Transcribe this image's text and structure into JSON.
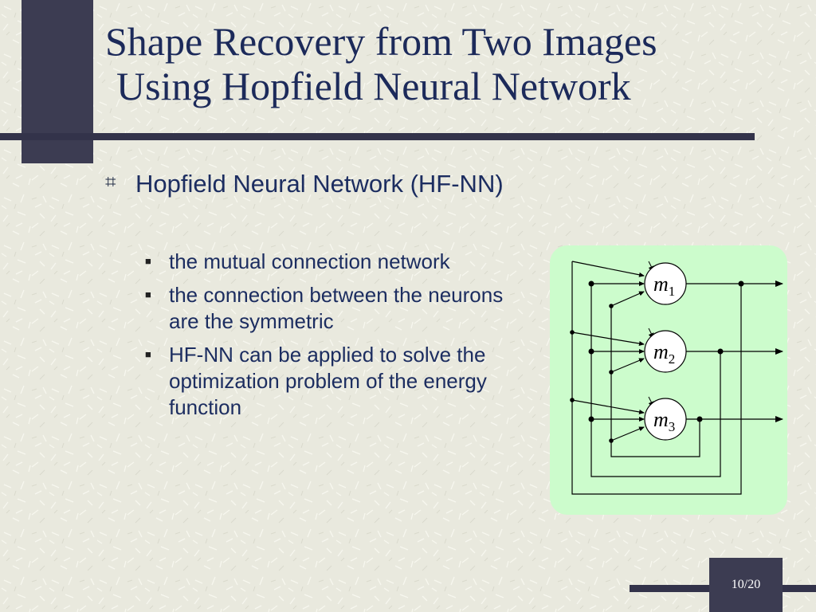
{
  "slide": {
    "title_line1": "Shape Recovery from Two Images",
    "title_line2": "Using Hopfield Neural Network",
    "bullet_mark": "⌗",
    "bullet_text": "Hopfield Neural Network (HF-NN)",
    "sub_mark": "■",
    "sub_items": [
      "the mutual connection network",
      "the connection between the neurons are the symmetric",
      "HF-NN can be applied to solve the optimization problem of the energy function"
    ],
    "page_number": "10/20"
  },
  "diagram": {
    "node_letter": "m",
    "nodes": [
      {
        "subscript": "1"
      },
      {
        "subscript": "2"
      },
      {
        "subscript": "3"
      }
    ]
  },
  "colors": {
    "background": "#e9e9de",
    "dark_accent": "#3c3c52",
    "title_text": "#1c2a5a",
    "diagram_panel": "#ccfccc"
  },
  "icons": {
    "main_bullet": "hash-bullet-icon",
    "sub_bullet": "square-bullet-icon"
  }
}
